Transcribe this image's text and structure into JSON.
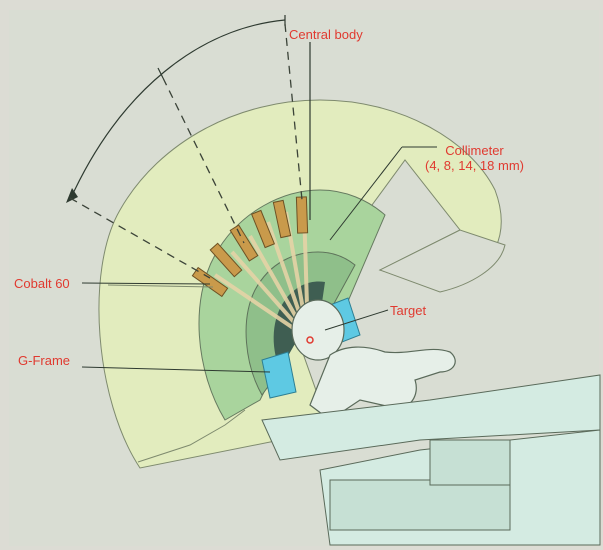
{
  "labels": {
    "central_body": "Central body",
    "collimeter_line1": "Collimeter",
    "collimeter_line2": "(4, 8, 14, 18 mm)",
    "cobalt": "Cobalt 60",
    "target": "Target",
    "gframe": "G-Frame"
  },
  "colors": {
    "background": "#dcdcd4",
    "outer_shield": "#e2ecbe",
    "collimator_ring": "#a9d49d",
    "inner_ring": "#8fbf8a",
    "dark_core": "#3f5e52",
    "source_tube": "#c99a4b",
    "beam": "#e5d3a6",
    "frame_blue": "#5ec9e3",
    "patient": "#e6efe8",
    "couch": "#d4ebe2",
    "label_red": "#e03a30",
    "line": "#4f5a4f"
  }
}
